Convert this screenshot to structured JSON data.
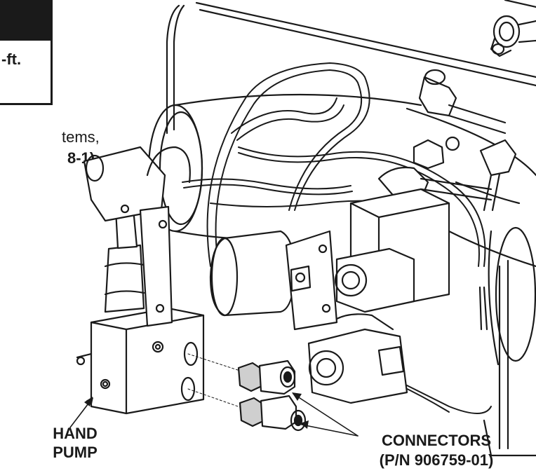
{
  "note_box": {
    "text": "-ft."
  },
  "body_text": {
    "line1": "tems,",
    "line2_ref": "8-1)",
    "line2_end": "."
  },
  "callouts": {
    "hand_pump": [
      "HAND",
      "PUMP"
    ],
    "connectors": [
      "CONNECTORS",
      "(P/N 906759-01)"
    ]
  },
  "colors": {
    "ink": "#1a1a1a",
    "paper": "#ffffff",
    "shade": "#cfcfcf"
  }
}
